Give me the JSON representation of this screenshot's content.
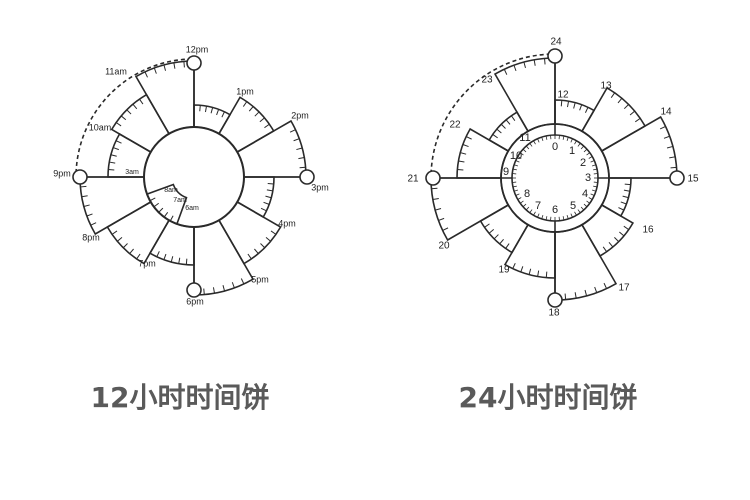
{
  "diagrams": [
    {
      "caption": "12小时时间饼",
      "labels": [
        "1pm",
        "2pm",
        "3pm",
        "4pm",
        "5pm",
        "6pm",
        "7pm",
        "8pm",
        "9pm",
        "10am",
        "11am",
        "12pm",
        "8am",
        "7am",
        "6am",
        "3am"
      ]
    },
    {
      "caption": "24小时时间饼",
      "labels": [
        "0",
        "1",
        "2",
        "3",
        "4",
        "5",
        "6",
        "7",
        "8",
        "9",
        "10",
        "11",
        "12",
        "13",
        "14",
        "15",
        "16",
        "17",
        "18",
        "19",
        "20",
        "21",
        "22",
        "23",
        "24"
      ]
    }
  ],
  "colors": {
    "line": "#2a2a2a",
    "caption": "#5a5a5a"
  }
}
